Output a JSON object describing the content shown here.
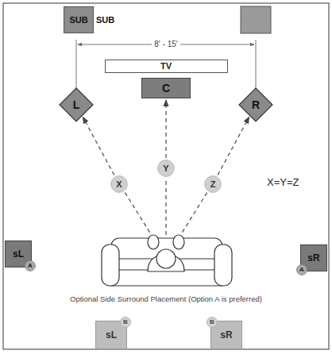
{
  "diagram": {
    "caption": "Optional Side Surround Placement (Option A is preferred)",
    "nodes": [
      {
        "text": [
          "SUB"
        ]
      },
      {
        "text": [
          "TV"
        ]
      },
      {
        "text": [
          "C"
        ]
      },
      {
        "text": [
          "L"
        ]
      },
      {
        "text": [
          "R"
        ]
      },
      {
        "text": [
          "X"
        ]
      },
      {
        "text": [
          "Y"
        ]
      },
      {
        "text": [
          "Z"
        ]
      },
      {
        "text": [
          "sL"
        ]
      },
      {
        "text": [
          "A"
        ],
        "in": 8
      },
      {
        "text": [
          "sR"
        ]
      },
      {
        "text": [
          "A"
        ],
        "in": 10
      },
      {
        "text": [
          "sL"
        ]
      },
      {
        "text": [
          "B"
        ],
        "in": 12
      },
      {
        "text": [
          "sR"
        ]
      },
      {
        "text": [
          "B"
        ],
        "in": 14
      }
    ],
    "edges": [
      {
        "from": 5,
        "to": 3,
        "arrow": "to"
      },
      {
        "from": 6,
        "to": 2,
        "arrow": "to"
      },
      {
        "from": 7,
        "to": 4,
        "arrow": "to"
      }
    ],
    "labels": [
      "SUB",
      "8' - 15'",
      "X=Y=Z"
    ]
  }
}
